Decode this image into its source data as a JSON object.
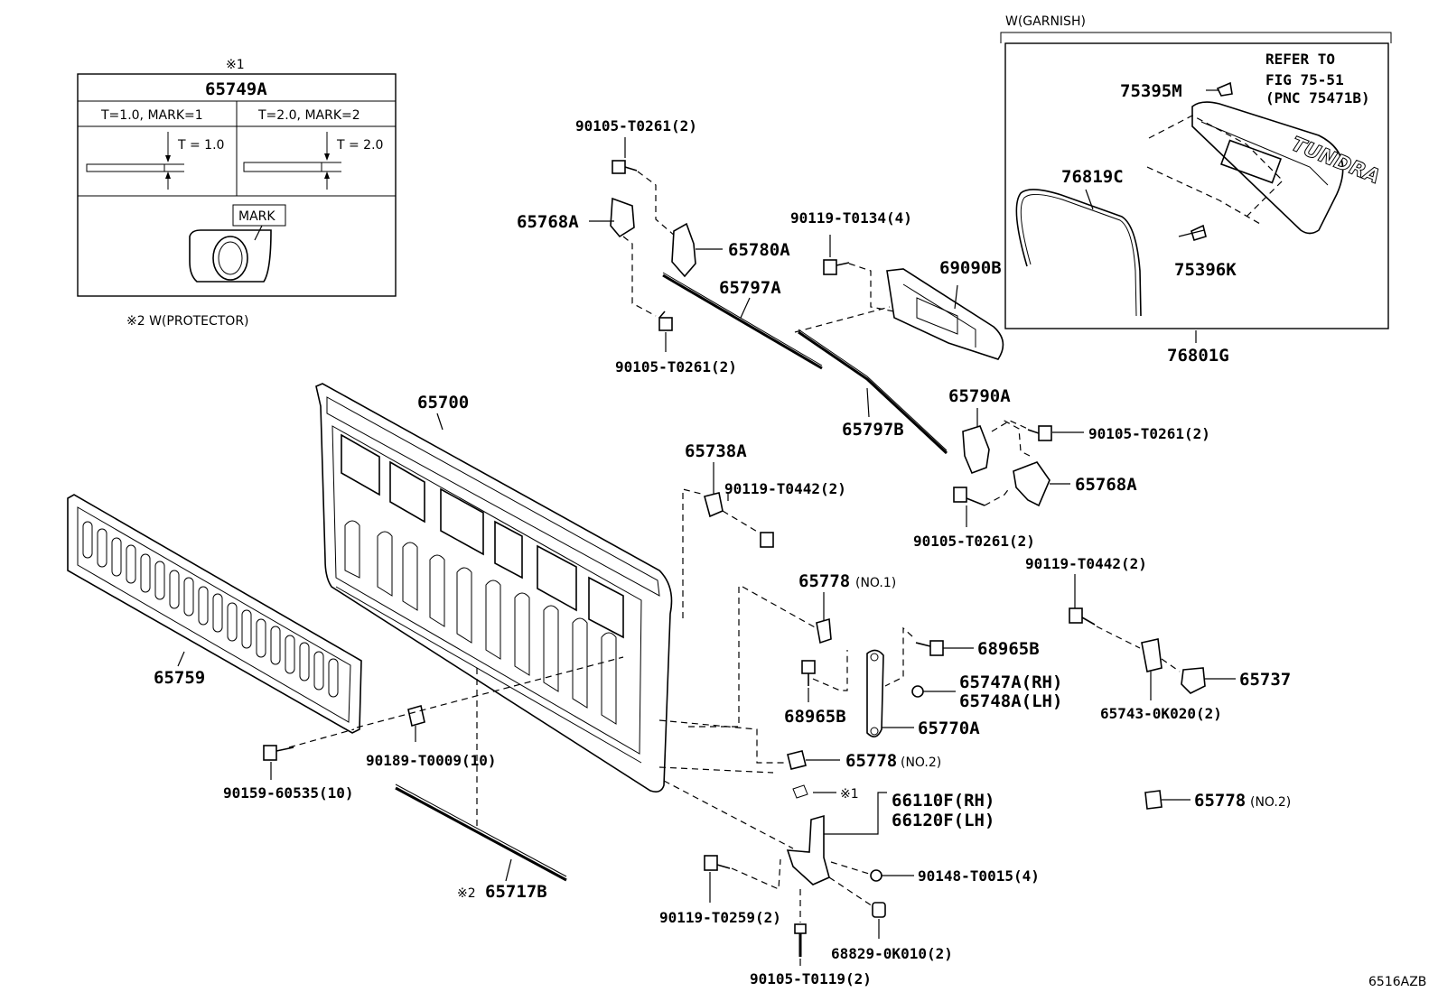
{
  "figure_code": "6516AZB",
  "inset_box": {
    "note_mark": "※1",
    "part_no": "65749A",
    "col1_header": "T=1.0, MARK=1",
    "col2_header": "T=2.0, MARK=2",
    "col1_dim": "T = 1.0",
    "col2_dim": "T = 2.0",
    "mark_label": "MARK"
  },
  "protector_note": "※2 W(PROTECTOR)",
  "garnish": {
    "title": "W(GARNISH)",
    "refer_line1": "REFER TO",
    "refer_line2": "FIG 75-51",
    "refer_line3": "(PNC 75471B)",
    "box_label": "76801G",
    "labels": [
      "75395M",
      "76819C",
      "75396K"
    ],
    "emblem_text": "TUNDRA"
  },
  "labels": {
    "p65700": "65700",
    "p65759": "65759",
    "p65717b": "65717B",
    "p65717b_mark": "※2",
    "p65768a_top": "65768A",
    "p65780a": "65780A",
    "p65797a": "65797A",
    "p90105_top": "90105-T0261(2)",
    "p90105_mid": "90105-T0261(2)",
    "p90119_t0134": "90119-T0134(4)",
    "p69090b": "69090B",
    "p65797b": "65797B",
    "p65790a": "65790A",
    "p90105_right": "90105-T0261(2)",
    "p65768a_right": "65768A",
    "p90105_low": "90105-T0261(2)",
    "p65738a": "65738A",
    "p90119_t0442_a": "90119-T0442(2)",
    "p90119_t0442_b": "90119-T0442(2)",
    "p65778_no1": "65778",
    "p65778_no1_suffix": "(NO.1)",
    "p68965b_a": "68965B",
    "p68965b_b": "68965B",
    "p65747a": "65747A(RH)",
    "p65748a": "65748A(LH)",
    "p65770a": "65770A",
    "p65778_no2_a": "65778",
    "p65778_no2_a_suffix": "(NO.2)",
    "p65737": "65737",
    "p65743": "65743-0K020(2)",
    "p65778_no2_b": "65778",
    "p65778_no2_b_suffix": "(NO.2)",
    "p90189": "90189-T0009(10)",
    "p90159": "90159-60535(10)",
    "p66110f": "66110F(RH)",
    "p66120f": "66120F(LH)",
    "p66110f_mark": "※1",
    "p90148": "90148-T0015(4)",
    "p90119_t0259": "90119-T0259(2)",
    "p68829": "68829-0K010(2)",
    "p90105_t0119": "90105-T0119(2)"
  }
}
